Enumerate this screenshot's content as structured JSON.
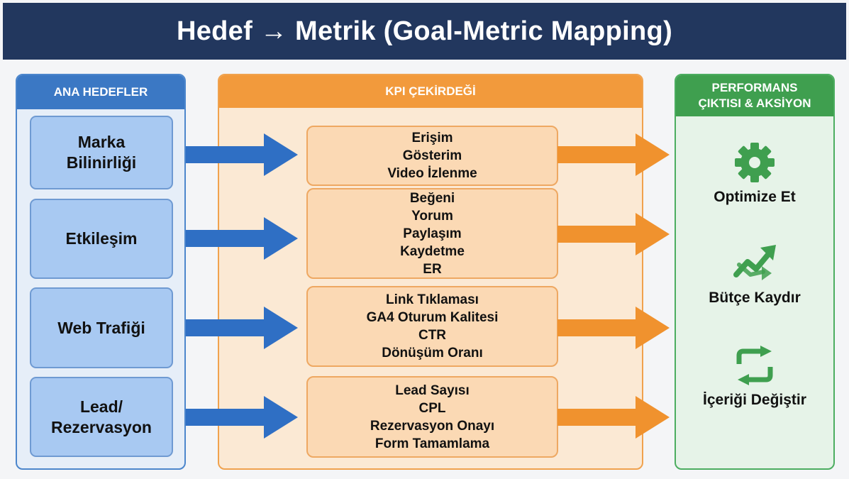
{
  "title": "Hedef → Metrik (Goal-Metric Mapping)",
  "columns": {
    "goals_header": "ANA HEDEFLER",
    "kpi_header": "KPI ÇEKİRDEĞİ",
    "actions_header": "PERFORMANS\nÇIKTISI & AKSİYON"
  },
  "goals": [
    "Marka\nBilinirliği",
    "Etkileşim",
    "Web Trafiği",
    "Lead/\nRezervasyon"
  ],
  "kpi_groups": [
    [
      "Erişim",
      "Gösterim",
      "Video İzlenme"
    ],
    [
      "Beğeni",
      "Yorum",
      "Paylaşım",
      "Kaydetme",
      "ER"
    ],
    [
      "Link Tıklaması",
      "GA4 Oturum Kalitesi",
      "CTR",
      "Dönüşüm Oranı"
    ],
    [
      "Lead Sayısı",
      "CPL",
      "Rezervasyon Onayı",
      "Form Tamamlama"
    ]
  ],
  "actions": [
    {
      "label": "Optimize Et",
      "icon": "gear-icon"
    },
    {
      "label": "Bütçe Kaydır",
      "icon": "trend-up-icon"
    },
    {
      "label": "İçeriği Değiştir",
      "icon": "refresh-icon"
    }
  ],
  "colors": {
    "header_bg": "#22375e",
    "goal_accent": "#3b78c4",
    "kpi_accent": "#f29a3c",
    "action_accent": "#3f9f4f",
    "blue_arrow": "#2f6fc4",
    "orange_arrow": "#f0922e"
  }
}
